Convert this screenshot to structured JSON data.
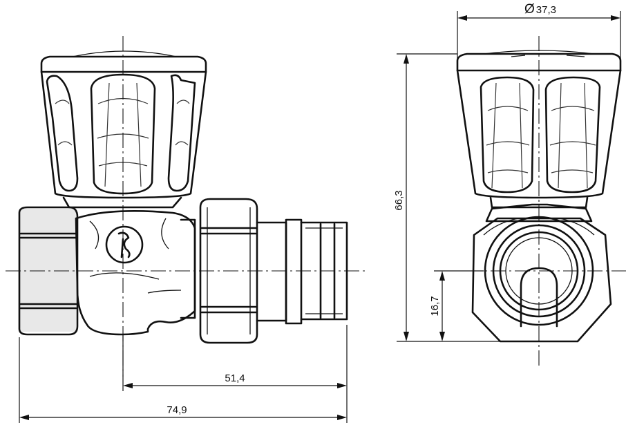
{
  "dimensions": {
    "diameter_symbol": "Ø",
    "diameter_value": "37,3",
    "height_total": "66,3",
    "height_center": "16,7",
    "length_partial": "51,4",
    "length_total": "74,9"
  },
  "colors": {
    "line": "#111111",
    "shade": "#e8e8e8",
    "background": "#ffffff"
  }
}
